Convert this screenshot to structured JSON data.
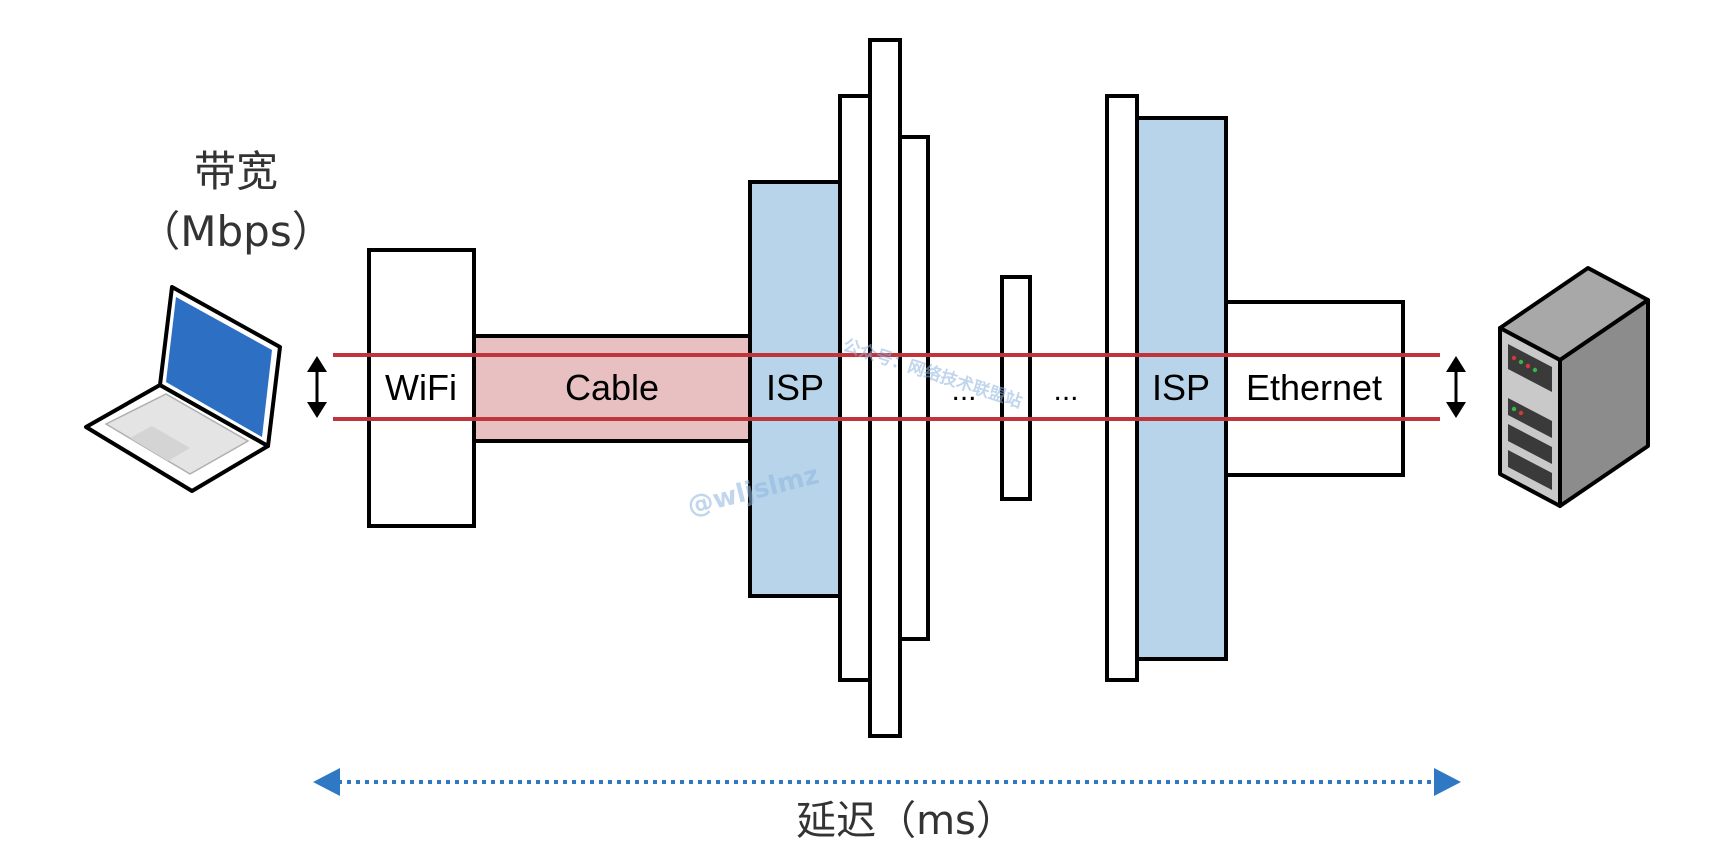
{
  "bandwidth": {
    "title": "带宽",
    "unit": "（Mbps）"
  },
  "latency": {
    "label": "延迟（ms）"
  },
  "segments": {
    "wifi": "WiFi",
    "cable": "Cable",
    "isp_left": "ISP",
    "ellipsis_left": "...",
    "ellipsis_right": "...",
    "isp_right": "ISP",
    "ethernet": "Ethernet"
  },
  "watermark": {
    "handle": "@wljslmz",
    "account": "公众号：网络技术联盟站"
  },
  "icons": {
    "client": "laptop-icon",
    "server": "server-icon"
  },
  "colors": {
    "isp_fill": "#b8d4ea",
    "cable_fill": "#e8c0c2",
    "bandwidth_line": "#c0353c",
    "latency_arrow": "#2f78c4",
    "outline": "#000000"
  }
}
